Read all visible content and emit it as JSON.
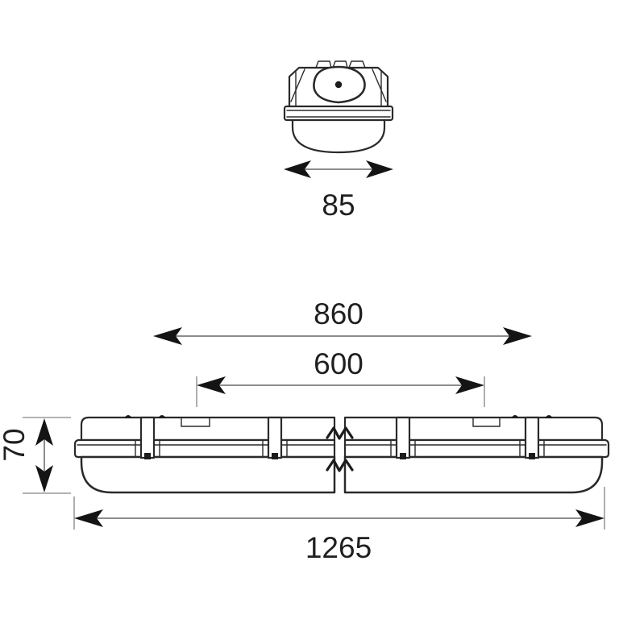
{
  "labels": {
    "end_width": "85",
    "span_outer": "860",
    "span_inner": "600",
    "height": "70",
    "overall_length": "1265"
  },
  "colors": {
    "background": "#ffffff",
    "outline": "#2a2a2a",
    "dimension_line": "#8c8c8c",
    "arrowhead": "#141414",
    "label_text": "#1f1f1f"
  }
}
